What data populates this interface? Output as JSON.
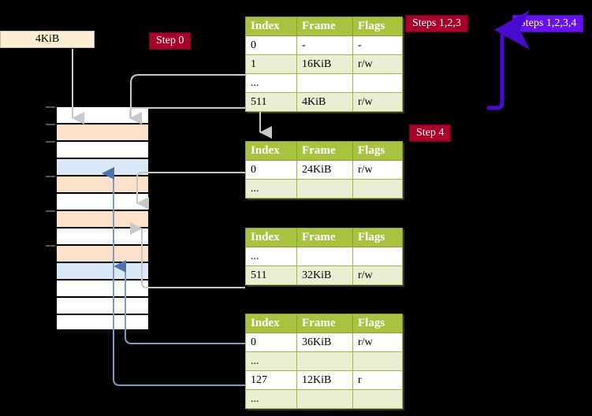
{
  "source_box": {
    "label": "4KiB"
  },
  "steps": [
    {
      "name": "step-0",
      "label": "Step 0",
      "color": "#a8002a"
    },
    {
      "name": "steps-1-2-3",
      "label": "Steps 1,2,3",
      "color": "#a8002a"
    },
    {
      "name": "steps-1-2-3-4",
      "label": "Steps 1,2,3,4",
      "color": "#6611ee"
    },
    {
      "name": "step-4",
      "label": "Step 4",
      "color": "#a8002a"
    }
  ],
  "tables": [
    {
      "name": "page-table-level-1",
      "headers": [
        "Index",
        "Frame",
        "Flags"
      ],
      "rows": [
        {
          "cells": [
            "0",
            "-",
            "-"
          ],
          "alt": false,
          "highlight": false
        },
        {
          "cells": [
            "1",
            "16KiB",
            "r/w"
          ],
          "alt": true,
          "highlight": false
        },
        {
          "cells": [
            "...",
            "",
            ""
          ],
          "alt": false,
          "highlight": false
        },
        {
          "cells": [
            "511",
            "4KiB",
            "r/w"
          ],
          "alt": true,
          "highlight": true
        }
      ]
    },
    {
      "name": "page-table-level-2",
      "headers": [
        "Index",
        "Frame",
        "Flags"
      ],
      "rows": [
        {
          "cells": [
            "0",
            "24KiB",
            "r/w"
          ],
          "alt": false,
          "highlight": false
        },
        {
          "cells": [
            "...",
            "",
            ""
          ],
          "alt": true,
          "highlight": false
        }
      ]
    },
    {
      "name": "page-table-level-3",
      "headers": [
        "Index",
        "Frame",
        "Flags"
      ],
      "rows": [
        {
          "cells": [
            "...",
            "",
            ""
          ],
          "alt": false,
          "highlight": false
        },
        {
          "cells": [
            "511",
            "32KiB",
            "r/w"
          ],
          "alt": true,
          "highlight": false
        }
      ]
    },
    {
      "name": "page-table-level-4",
      "headers": [
        "Index",
        "Frame",
        "Flags"
      ],
      "rows": [
        {
          "cells": [
            "0",
            "36KiB",
            "r/w"
          ],
          "alt": false,
          "highlight": false
        },
        {
          "cells": [
            "...",
            "",
            ""
          ],
          "alt": true,
          "highlight": false
        },
        {
          "cells": [
            "127",
            "12KiB",
            "r"
          ],
          "alt": false,
          "highlight": false
        },
        {
          "cells": [
            "...",
            "",
            ""
          ],
          "alt": true,
          "highlight": false
        }
      ]
    }
  ],
  "memory_grid": {
    "name": "physical-memory-grid",
    "rows": [
      {
        "fill": "white",
        "tick": true
      },
      {
        "fill": "peach",
        "tick": true
      },
      {
        "fill": "white",
        "tick": true
      },
      {
        "fill": "blue",
        "tick": false
      },
      {
        "fill": "peach",
        "tick": true
      },
      {
        "fill": "white",
        "tick": false
      },
      {
        "fill": "peach",
        "tick": true
      },
      {
        "fill": "white",
        "tick": false
      },
      {
        "fill": "peach",
        "tick": true
      },
      {
        "fill": "blue",
        "tick": false
      },
      {
        "fill": "white",
        "tick": false
      },
      {
        "fill": "white",
        "tick": false
      },
      {
        "fill": "white",
        "tick": false
      }
    ],
    "colors": {
      "white": "#ffffff",
      "peach": "#fde1cb",
      "blue": "#dbe8f7"
    }
  },
  "connectors": {
    "gray": "#c8c8c8",
    "blue": "#7c9cc4",
    "purple": "#4a0bd0"
  }
}
